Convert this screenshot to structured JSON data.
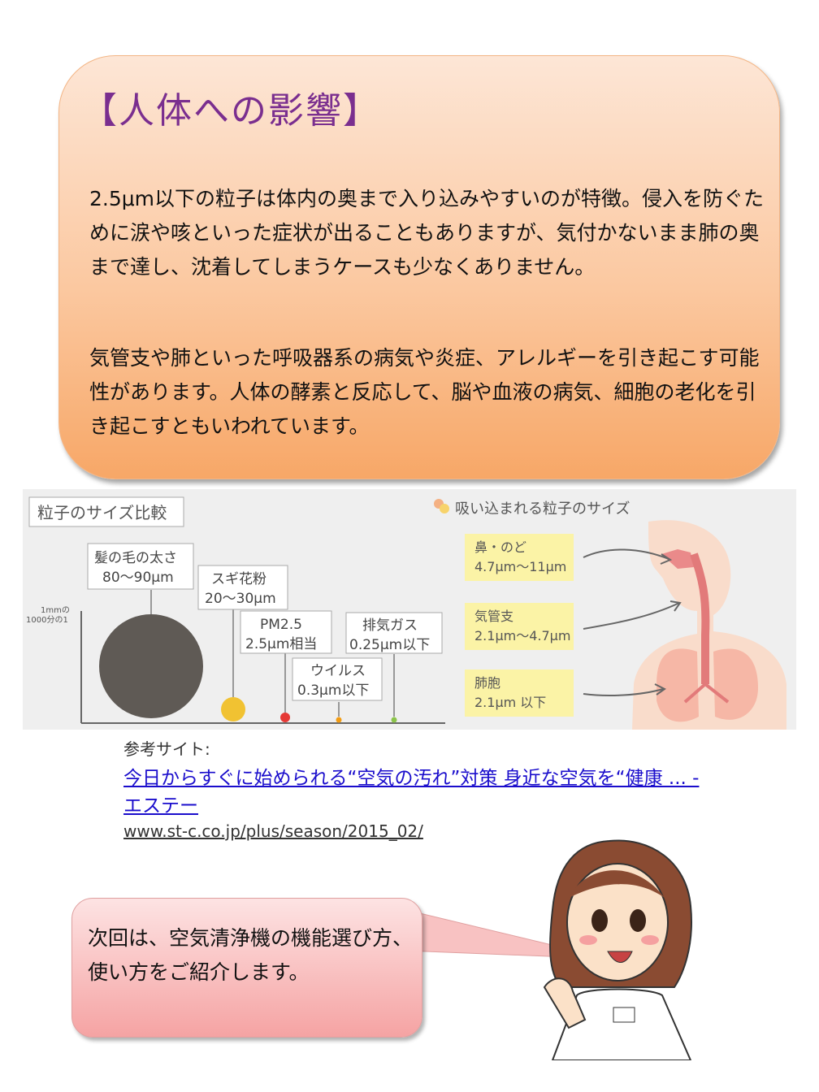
{
  "card": {
    "title": "【人体への影響】",
    "para1": "2.5μm以下の粒子は体内の奥まで入り込みやすいのが特徴。侵入を防ぐために涙や咳といった症状が出ることもありますが、気付かないまま肺の奥まで達し、沈着してしまうケースも少なくありません。",
    "para2": "気管支や肺といった呼吸器系の病気や炎症、アレルギーを引き起こす可能性があります。人体の酵素と反応して、脳や血液の病気、細胞の老化を引き起こすともいわれています。"
  },
  "figure": {
    "left_title": "粒子のサイズ比較",
    "axis_label_1": "1mmの",
    "axis_label_2": "1000分の1",
    "hair_name": "髪の毛の太さ",
    "hair_size": "80〜90μm",
    "pollen_name": "スギ花粉",
    "pollen_size": "20〜30μm",
    "pm_name": "PM2.5",
    "pm_size": "2.5μm相当",
    "virus_name": "ウイルス",
    "virus_size": "0.3μm以下",
    "exhaust_name": "排気ガス",
    "exhaust_size": "0.25μm以下",
    "right_title": "吸い込まれる粒子のサイズ",
    "nose_name": "鼻・のど",
    "nose_size": "4.7μm〜11μm",
    "bronchi_name": "気管支",
    "bronchi_size": "2.1μm〜4.7μm",
    "alveoli_name": "肺胞",
    "alveoli_size": "2.1μm 以下",
    "colors": {
      "hair": "#5f5a55",
      "pollen": "#f1c232",
      "pm": "#e53935",
      "virus": "#f39c12",
      "exhaust": "#8bc34a"
    }
  },
  "reference": {
    "label": "参考サイト:",
    "link": "今日からすぐに始められる“空気の汚れ”対策 身近な空気を“健康 ... - エステー",
    "url": "www.st-c.co.jp/plus/season/2015_02/"
  },
  "bubble": {
    "text": "次回は、空気清浄機の機能選び方、使い方をご紹介します。"
  }
}
